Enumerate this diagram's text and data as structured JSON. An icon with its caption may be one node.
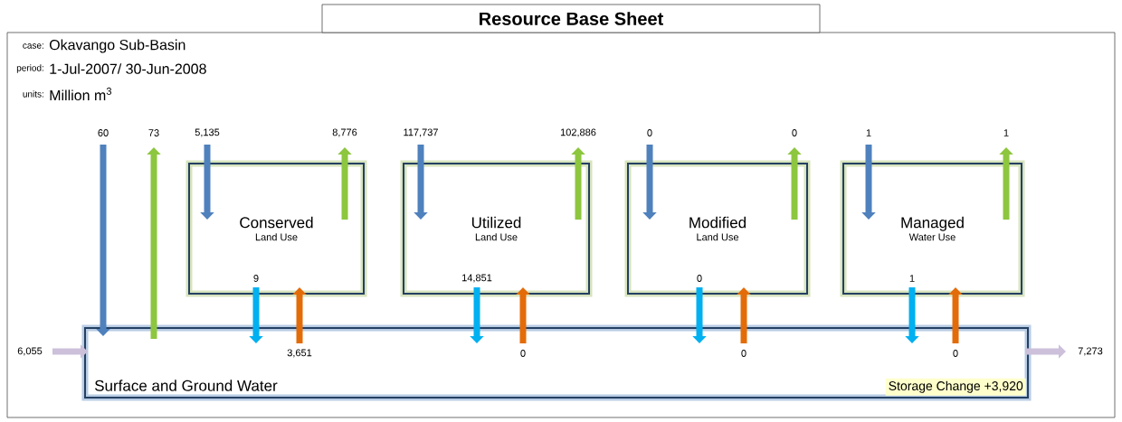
{
  "diagram": {
    "title": "Resource Base Sheet",
    "nodes": [
      {
        "text": [
          "Conserved",
          "Land Use"
        ]
      },
      {
        "text": [
          "Utilized",
          "Land Use"
        ]
      },
      {
        "text": [
          "Modified",
          "Land Use"
        ]
      },
      {
        "text": [
          "Managed",
          "Water Use"
        ]
      },
      {
        "text": [
          "Surface and Ground Water"
        ]
      },
      {
        "text": [
          "Storage Change  +3,920"
        ],
        "in": 4
      }
    ],
    "edges": [
      {
        "from": null,
        "to": 4,
        "arrow": "to",
        "label": "60",
        "color": "#4f81bd"
      },
      {
        "from": 4,
        "to": null,
        "arrow": "to",
        "label": "73",
        "color": "#8dc63f"
      },
      {
        "from": null,
        "to": 0,
        "arrow": "to",
        "label": "5,135",
        "color": "#4f81bd"
      },
      {
        "from": 0,
        "to": null,
        "arrow": "to",
        "label": "8,776",
        "color": "#8dc63f"
      },
      {
        "from": 0,
        "to": 4,
        "arrow": "to",
        "label": "9",
        "color": "#00b0f0"
      },
      {
        "from": 4,
        "to": 0,
        "arrow": "to",
        "label": "3,651",
        "color": "#e36c09"
      },
      {
        "from": null,
        "to": 1,
        "arrow": "to",
        "label": "117,737",
        "color": "#4f81bd"
      },
      {
        "from": 1,
        "to": null,
        "arrow": "to",
        "label": "102,886",
        "color": "#8dc63f"
      },
      {
        "from": 1,
        "to": 4,
        "arrow": "to",
        "label": "14,851",
        "color": "#00b0f0"
      },
      {
        "from": 4,
        "to": 1,
        "arrow": "to",
        "label": "0",
        "color": "#e36c09"
      },
      {
        "from": null,
        "to": 2,
        "arrow": "to",
        "label": "0",
        "color": "#4f81bd"
      },
      {
        "from": 2,
        "to": null,
        "arrow": "to",
        "label": "0",
        "color": "#8dc63f"
      },
      {
        "from": 2,
        "to": 4,
        "arrow": "to",
        "label": "0",
        "color": "#00b0f0"
      },
      {
        "from": 4,
        "to": 2,
        "arrow": "to",
        "label": "0",
        "color": "#e36c09"
      },
      {
        "from": null,
        "to": 3,
        "arrow": "to",
        "label": "1",
        "color": "#4f81bd"
      },
      {
        "from": 3,
        "to": null,
        "arrow": "to",
        "label": "1",
        "color": "#8dc63f"
      },
      {
        "from": 3,
        "to": 4,
        "arrow": "to",
        "label": "1",
        "color": "#00b0f0"
      },
      {
        "from": 4,
        "to": 3,
        "arrow": "to",
        "label": "0",
        "color": "#e36c09"
      },
      {
        "from": null,
        "to": 4,
        "arrow": "to",
        "label": "6,055",
        "color": "#ccc0da"
      },
      {
        "from": 4,
        "to": null,
        "arrow": "to",
        "label": "7,273",
        "color": "#ccc0da"
      }
    ],
    "labels": [
      "case:",
      "Okavango Sub-Basin",
      "period:",
      "1-Jul-2007/ 30-Jun-2008",
      "units:",
      "Million m$^{3}$"
    ]
  }
}
